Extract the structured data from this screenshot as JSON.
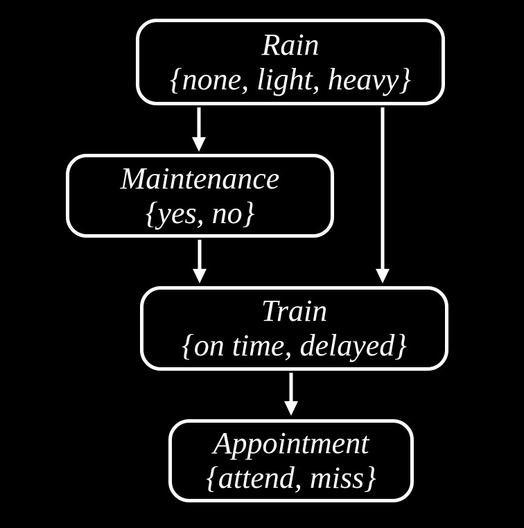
{
  "diagram": {
    "type": "bayesian-network",
    "background_color": "#000000",
    "node_border_color": "#ffffff",
    "text_color": "#ffffff",
    "arrow_color": "#ffffff",
    "nodes": [
      {
        "id": "rain",
        "title": "Rain",
        "domain": "{none, light, heavy}"
      },
      {
        "id": "maintenance",
        "title": "Maintenance",
        "domain": "{yes, no}"
      },
      {
        "id": "train",
        "title": "Train",
        "domain": "{on time, delayed}"
      },
      {
        "id": "appointment",
        "title": "Appointment",
        "domain": "{attend, miss}"
      }
    ],
    "edges": [
      {
        "from": "rain",
        "to": "maintenance"
      },
      {
        "from": "rain",
        "to": "train"
      },
      {
        "from": "maintenance",
        "to": "train"
      },
      {
        "from": "train",
        "to": "appointment"
      }
    ]
  }
}
